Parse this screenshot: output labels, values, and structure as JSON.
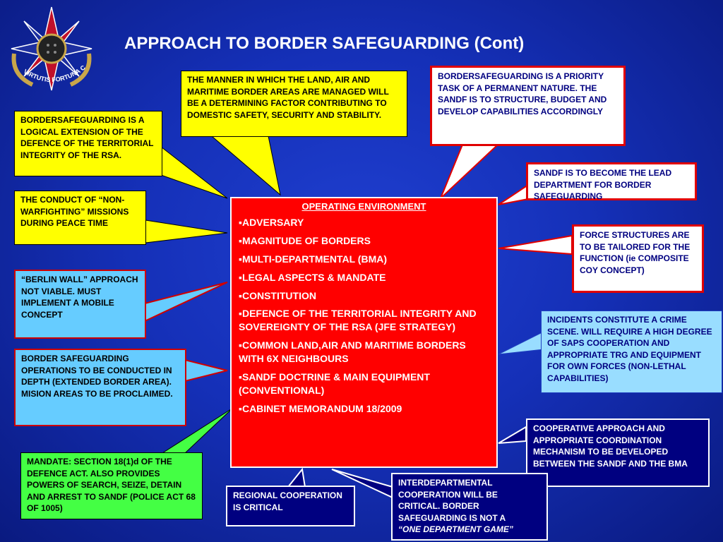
{
  "title": "APPROACH TO BORDER SAFEGUARDING (Cont)",
  "logo": {
    "motto": "VIRTUTIS FORTUNA COMES",
    "icon": "sandf-emblem"
  },
  "center": {
    "heading": "OPERATING ENVIRONMENT",
    "items": [
      "▪ADVERSARY",
      "▪MAGNITUDE OF BORDERS",
      "▪MULTI-DEPARTMENTAL (BMA)",
      "▪LEGAL ASPECTS & MANDATE",
      "▪CONSTITUTION",
      "▪DEFENCE OF THE TERRITORIAL INTEGRITY AND SOVEREIGNTY OF THE RSA (JFE STRATEGY)",
      "▪COMMON LAND,AIR AND MARITIME BORDERS WITH 6X NEIGHBOURS",
      "▪SANDF DOCTRINE & MAIN EQUIPMENT (CONVENTIONAL)",
      "▪CABINET MEMORANDUM 18/2009"
    ]
  },
  "callouts": {
    "manner": "THE MANNER IN WHICH THE LAND, AIR AND MARITIME BORDER AREAS ARE MANAGED WILL BE A DETERMINING FACTOR CONTRIBUTING TO DOMESTIC SAFETY, SECURITY AND STABILITY.",
    "priority": "BORDERSAFEGUARDING IS A PRIORITY TASK OF A PERMANENT NATURE.  THE  SANDF IS TO STRUCTURE, BUDGET AND DEVELOP CAPABILITIES ACCORDINGLY",
    "logical": "BORDERSAFEGUARDING IS A LOGICAL EXTENSION OF THE DEFENCE OF THE TERRITORIAL INTEGRITY OF THE RSA.",
    "lead": "SANDF IS TO BECOME THE LEAD DEPARTMENT FOR BORDER SAFEGUARDING",
    "conduct": "THE CONDUCT OF “NON-WARFIGHTING” MISSIONS DURING PEACE TIME",
    "force": "FORCE STRUCTURES ARE TO BE TAILORED FOR THE FUNCTION (ie COMPOSITE COY CONCEPT)",
    "berlin": "“BERLIN WALL” APPROACH NOT VIABLE.  MUST IMPLEMENT A MOBILE CONCEPT",
    "incidents": "INCIDENTS CONSTITUTE A CRIME SCENE.  WILL REQUIRE A HIGH DEGREE OF SAPS COOPERATION AND APPROPRIATE TRG AND EQUIPMENT FOR OWN FORCES (NON-LETHAL CAPABILITIES)",
    "depth": "BORDER SAFEGUARDING OPERATIONS TO BE CONDUCTED IN DEPTH (EXTENDED BORDER AREA).  MISION AREAS TO BE PROCLAIMED.",
    "cooperative": "COOPERATIVE APPROACH AND APPROPRIATE COORDINATION MECHANISM TO BE DEVELOPED BETWEEN THE SANDF AND THE BMA",
    "mandate": "MANDATE: SECTION 18(1)d OF THE DEFENCE ACT.  ALSO PROVIDES POWERS OF SEARCH, SEIZE, DETAIN AND ARREST TO SANDF (POLICE ACT 68 OF 1005)",
    "regional": "REGIONAL COOPERATION IS CRITICAL",
    "interdept": "INTERDEPARTMENTAL COOPERATION WILL BE CRITICAL.  BORDER SAFEGUARDING IS NOT A",
    "interdept_em": "“ONE DEPARTMENT GAME”"
  }
}
